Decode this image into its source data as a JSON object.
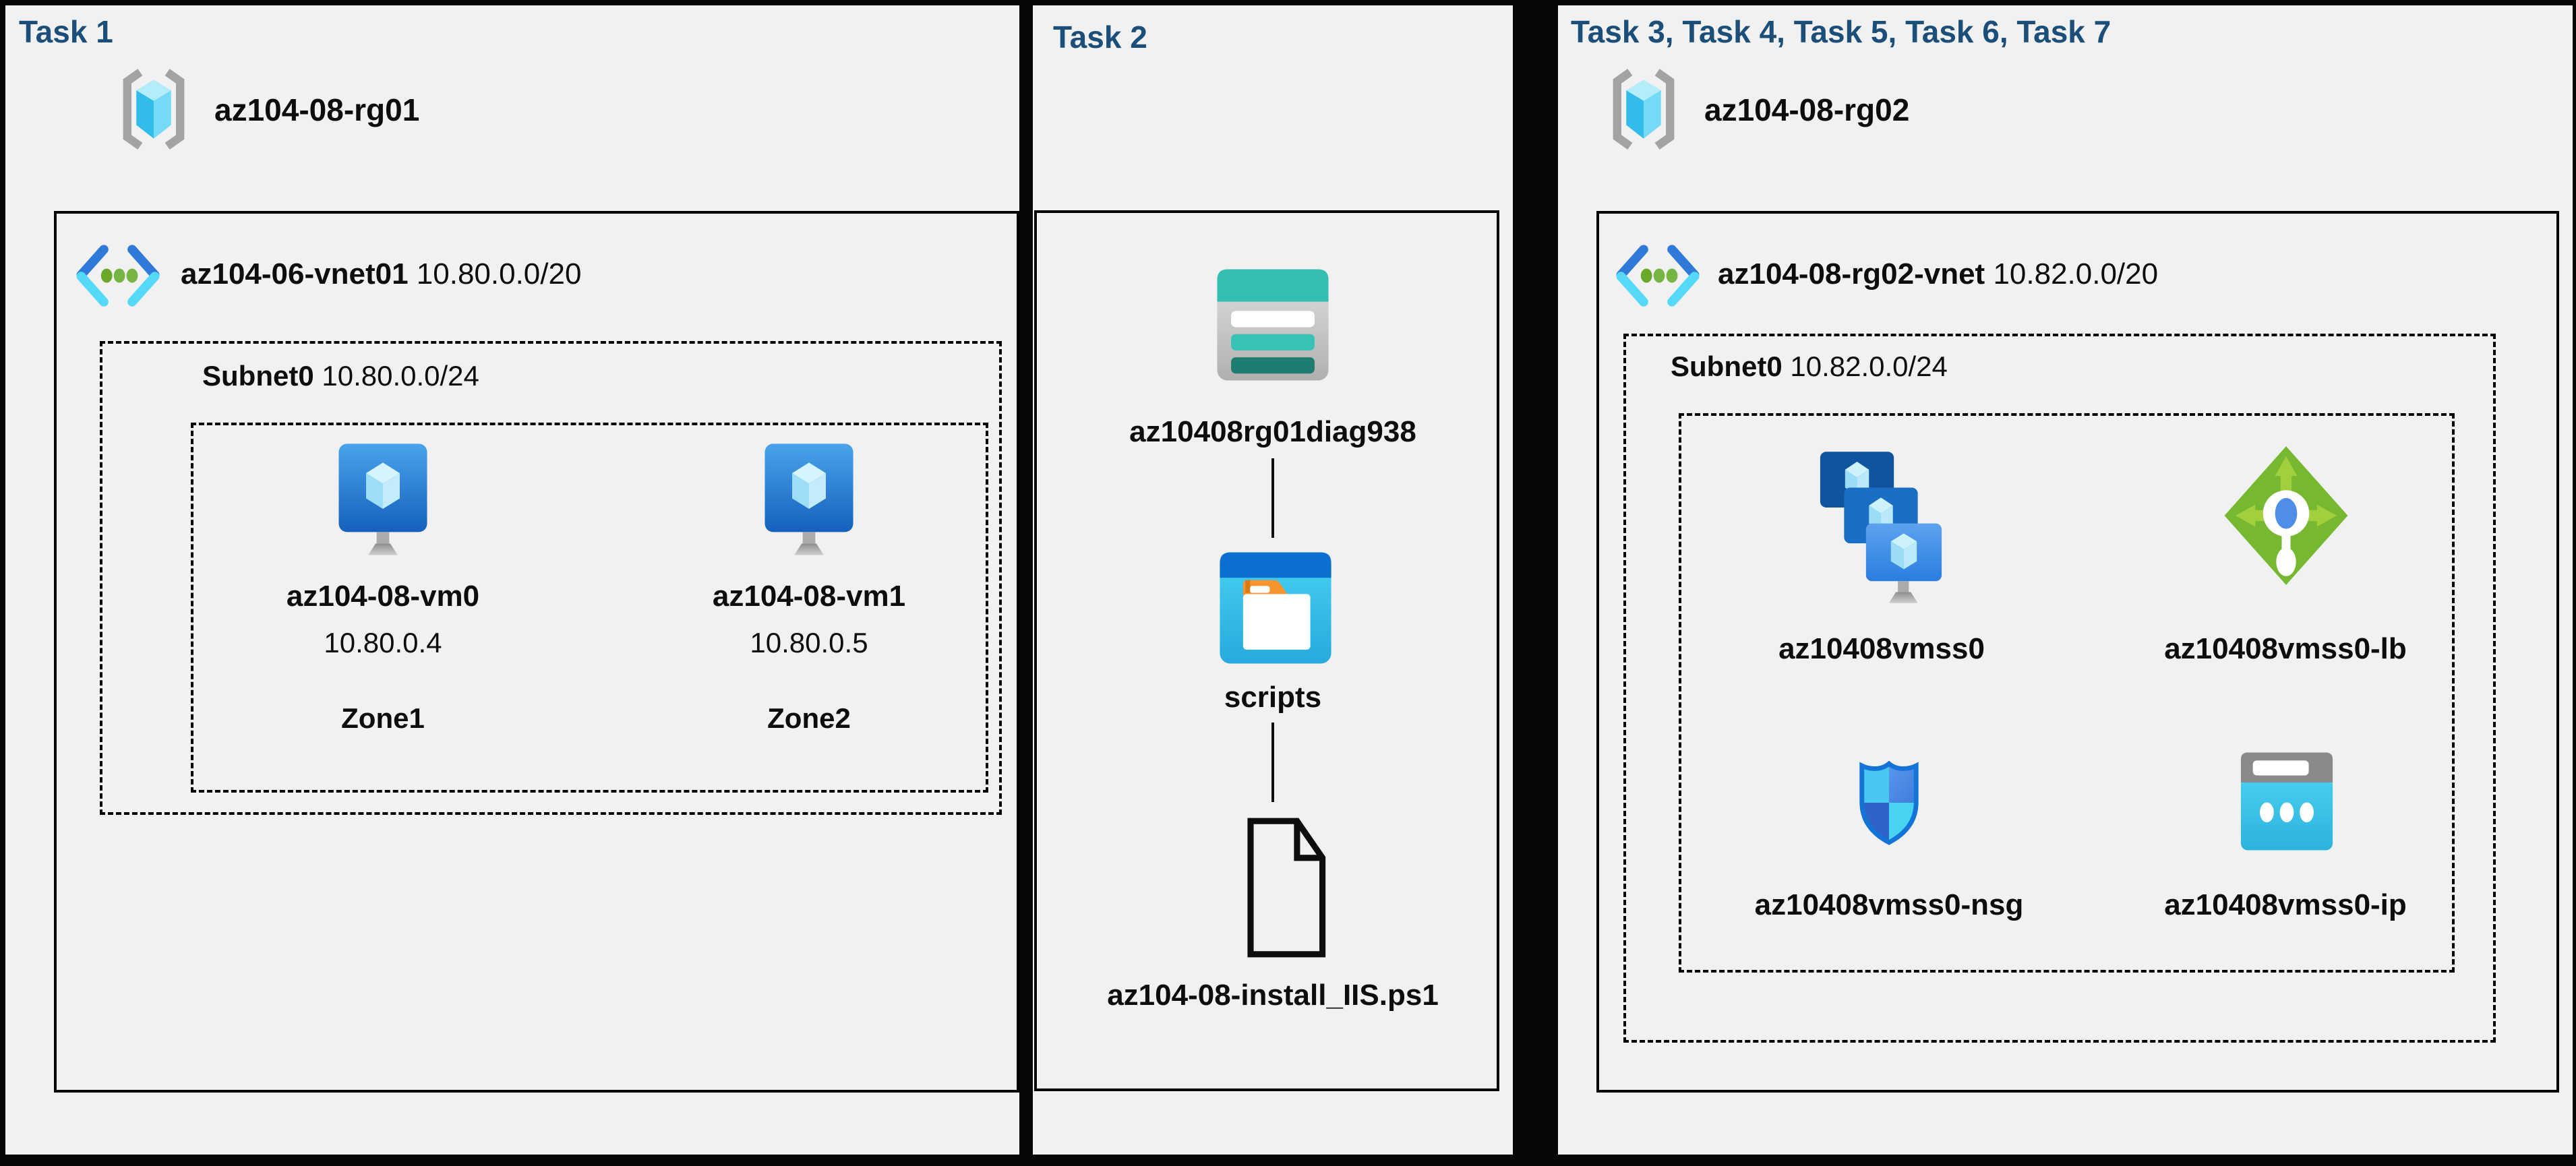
{
  "colors": {
    "task_heading": "#1b4e78",
    "panel_background": "#f1f1f1",
    "outline": "#000000",
    "azure_blue": "#1a6fc4",
    "azure_cyan": "#47d2f1",
    "teal_storage": "#33bfb1",
    "green_lb": "#76b82f",
    "green_vnet_dot": "#76b543"
  },
  "panel1": {
    "title": "Task 1",
    "resource_group": {
      "name": "az104-08-rg01"
    },
    "vnet": {
      "name": "az104-06-vnet01",
      "cidr": "10.80.0.0/20"
    },
    "subnet": {
      "name": "Subnet0",
      "cidr": "10.80.0.0/24"
    },
    "vms": [
      {
        "name": "az104-08-vm0",
        "ip": "10.80.0.4",
        "zone": "Zone1"
      },
      {
        "name": "az104-08-vm1",
        "ip": "10.80.0.5",
        "zone": "Zone2"
      }
    ]
  },
  "panel2": {
    "title": "Task 2",
    "storage_account": {
      "name": "az10408rg01diag938"
    },
    "container": {
      "name": "scripts"
    },
    "file": {
      "name": "az104-08-install_IIS.ps1"
    }
  },
  "panel3": {
    "title": "Task 3, Task 4, Task 5, Task 6, Task 7",
    "resource_group": {
      "name": "az104-08-rg02"
    },
    "vnet": {
      "name": "az104-08-rg02-vnet",
      "cidr": "10.82.0.0/20"
    },
    "subnet": {
      "name": "Subnet0",
      "cidr": "10.82.0.0/24"
    },
    "vmss": {
      "name": "az10408vmss0"
    },
    "load_balancer": {
      "name": "az10408vmss0-lb"
    },
    "nsg": {
      "name": "az10408vmss0-nsg"
    },
    "public_ip": {
      "name": "az10408vmss0-ip"
    }
  }
}
